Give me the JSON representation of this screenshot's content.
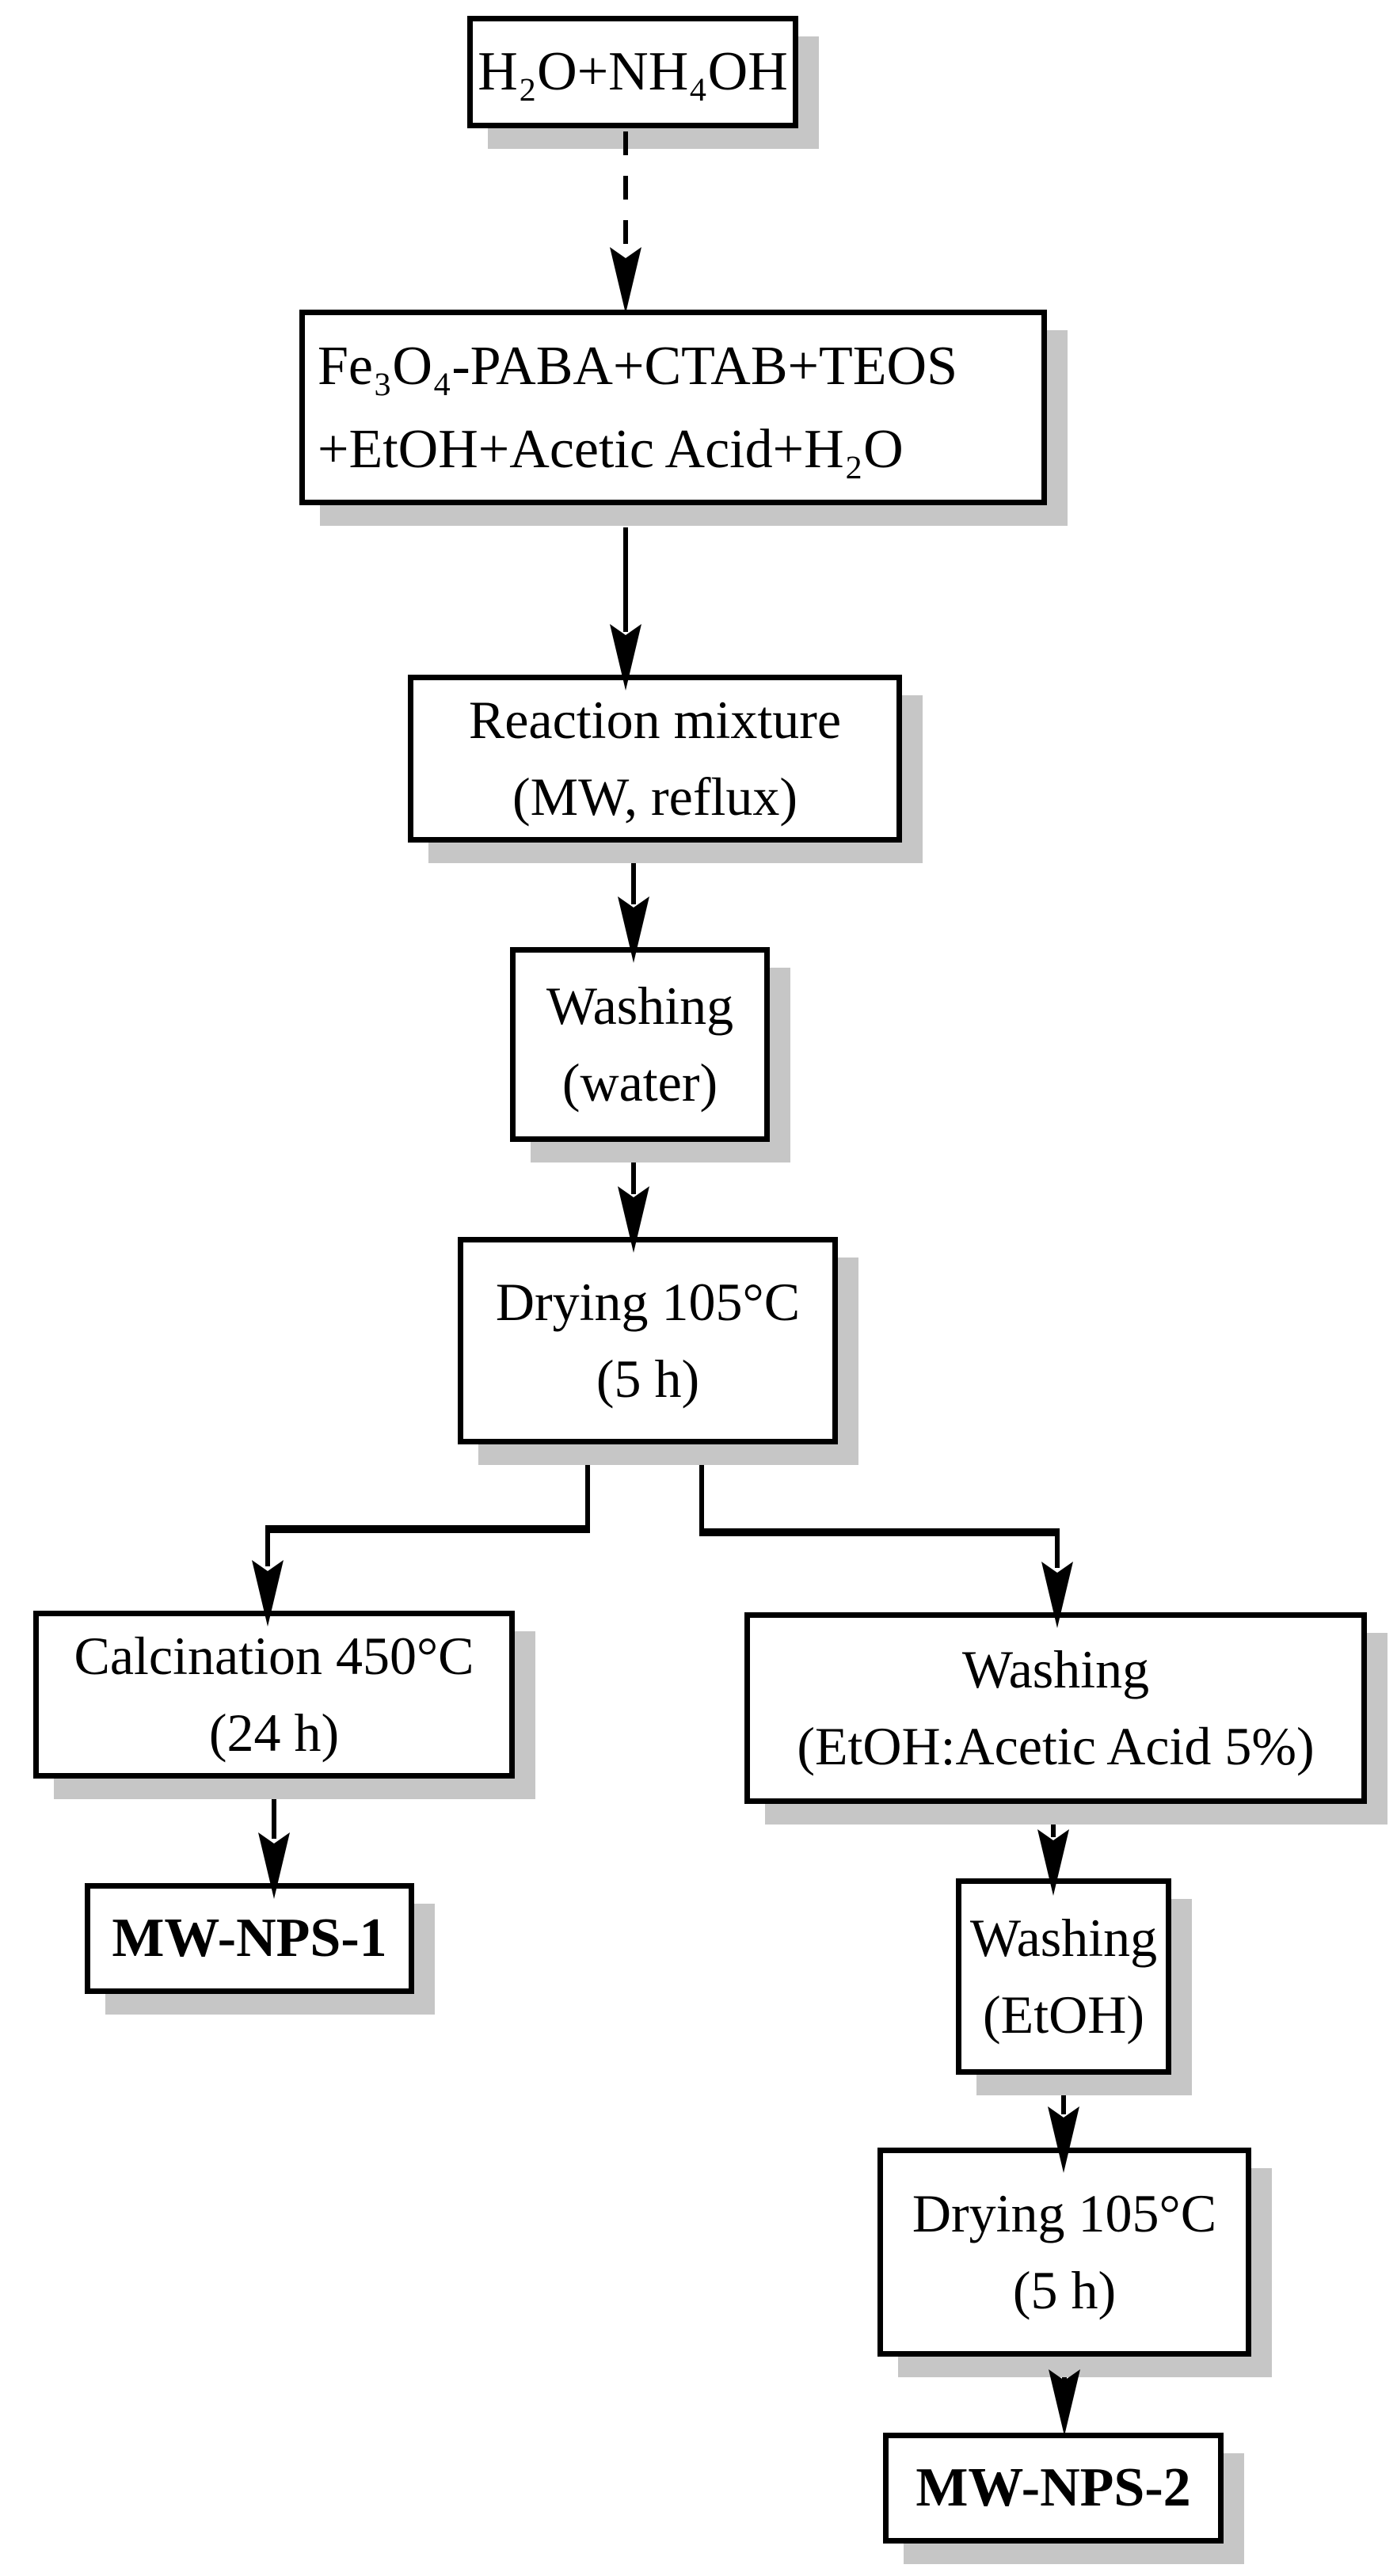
{
  "diagram": {
    "type": "flowchart",
    "colors": {
      "line": "#000000",
      "box_border": "#000000",
      "box_background": "#ffffff",
      "shadow": "#c6c6c6"
    },
    "nodes": {
      "h2o_nh4oh": {
        "lines": [
          "H₂O+NH₄OH"
        ]
      },
      "precursors": {
        "lines": [
          "Fe₃O₄-PABA+CTAB+TEOS",
          "+EtOH+Acetic Acid+H₂O"
        ]
      },
      "reaction_mixture": {
        "lines": [
          "Reaction mixture",
          "(MW, reflux)"
        ]
      },
      "washing_water": {
        "lines": [
          "Washing",
          "(water)"
        ]
      },
      "drying_1": {
        "lines": [
          "Drying 105°C",
          "(5 h)"
        ]
      },
      "calcination": {
        "lines": [
          "Calcination 450°C",
          "(24 h)"
        ]
      },
      "product_1": {
        "lines": [
          "MW-NPS-1"
        ]
      },
      "washing_etoh_acetic": {
        "lines": [
          "Washing",
          "(EtOH:Acetic Acid 5%)"
        ]
      },
      "washing_etoh": {
        "lines": [
          "Washing",
          "(EtOH)"
        ]
      },
      "drying_2": {
        "lines": [
          "Drying 105°C",
          "(5 h)"
        ]
      },
      "product_2": {
        "lines": [
          "MW-NPS-2"
        ]
      }
    },
    "edges": [
      {
        "from": "h2o_nh4oh",
        "to": "precursors",
        "style": "dashed"
      },
      {
        "from": "precursors",
        "to": "reaction_mixture",
        "style": "solid"
      },
      {
        "from": "reaction_mixture",
        "to": "washing_water",
        "style": "solid"
      },
      {
        "from": "washing_water",
        "to": "drying_1",
        "style": "solid"
      },
      {
        "from": "drying_1",
        "to": "calcination",
        "style": "solid"
      },
      {
        "from": "drying_1",
        "to": "washing_etoh_acetic",
        "style": "solid"
      },
      {
        "from": "calcination",
        "to": "product_1",
        "style": "solid"
      },
      {
        "from": "washing_etoh_acetic",
        "to": "washing_etoh",
        "style": "solid"
      },
      {
        "from": "washing_etoh",
        "to": "drying_2",
        "style": "solid"
      },
      {
        "from": "drying_2",
        "to": "product_2",
        "style": "solid"
      }
    ]
  }
}
